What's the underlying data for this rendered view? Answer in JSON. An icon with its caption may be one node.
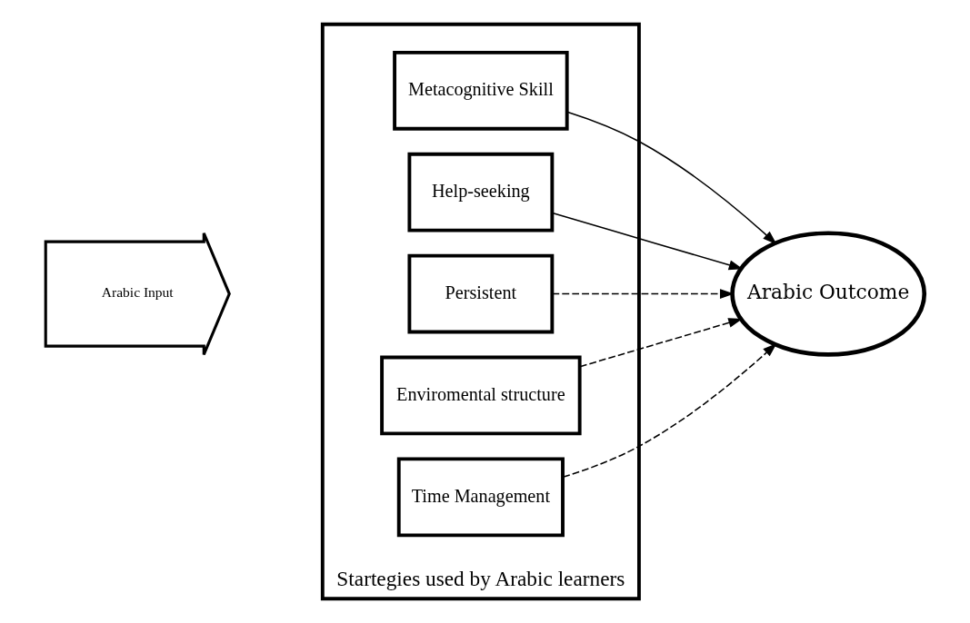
{
  "diagram": {
    "nodes": [
      {
        "text": [
          "Arabic Input"
        ]
      },
      {
        "text": [
          "Startegies used by Arabic learners"
        ]
      },
      {
        "text": [
          "Metacognitive Skill"
        ],
        "in": 1
      },
      {
        "text": [
          "Help-seeking"
        ],
        "in": 1
      },
      {
        "text": [
          "Persistent"
        ],
        "in": 1
      },
      {
        "text": [
          "Enviromental structure"
        ],
        "in": 1
      },
      {
        "text": [
          "Time Management"
        ],
        "in": 1
      },
      {
        "text": [
          "Arabic Outcome"
        ]
      }
    ],
    "edges": [
      {
        "from": 2,
        "to": 7,
        "arrow": "to"
      },
      {
        "from": 3,
        "to": 7,
        "arrow": "to"
      },
      {
        "from": 4,
        "to": 7,
        "arrow": "to",
        "style": "dashed"
      },
      {
        "from": 5,
        "to": 7,
        "arrow": "to",
        "style": "dashed"
      },
      {
        "from": 6,
        "to": 7,
        "arrow": "to",
        "style": "dashed"
      }
    ]
  }
}
